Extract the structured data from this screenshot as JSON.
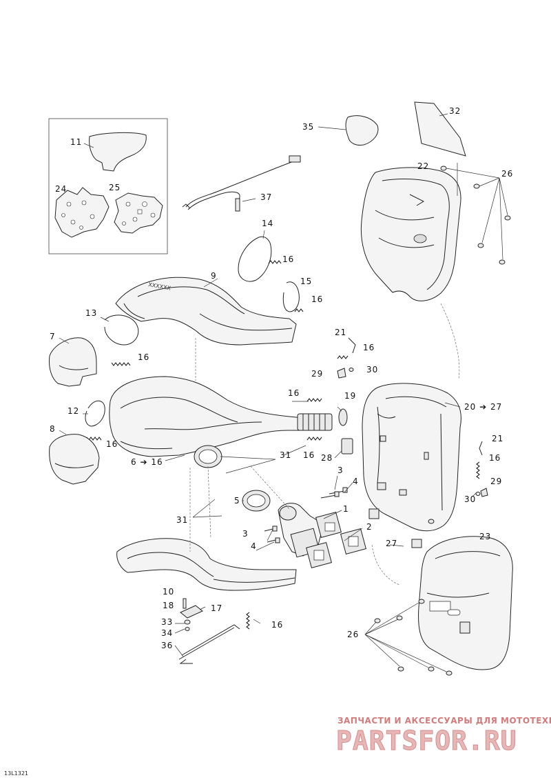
{
  "doc_id": "13L1321",
  "watermark": {
    "line1": "ЗАПЧАСТИ И АКСЕССУАРЫ ДЛЯ МОТОТЕХНИКИ",
    "logo": "PARTSFOR.RU"
  },
  "labels": {
    "l1": "1",
    "l2": "2",
    "l3a": "3",
    "l3b": "3",
    "l4a": "4",
    "l4b": "4",
    "l5": "5",
    "l6": "6 ➔ 16",
    "l7": "7",
    "l8": "8",
    "l9": "9",
    "l10": "10",
    "l11": "11",
    "l12": "12",
    "l13": "13",
    "l14": "14",
    "l15": "15",
    "l16a": "16",
    "l16b": "16",
    "l16c": "16",
    "l16d": "16",
    "l16e": "16",
    "l16f": "16",
    "l16g": "16",
    "l16h": "16",
    "l16i": "16",
    "l17": "17",
    "l18": "18",
    "l19": "19",
    "l20": "20 ➔ 27",
    "l21a": "21",
    "l21b": "21",
    "l22": "22",
    "l23": "23",
    "l24": "24",
    "l25": "25",
    "l26a": "26",
    "l26b": "26",
    "l27": "27",
    "l28": "28",
    "l29a": "29",
    "l29b": "29",
    "l30a": "30",
    "l30b": "30",
    "l31a": "31",
    "l31b": "31",
    "l32": "32",
    "l33": "33",
    "l34": "34",
    "l35": "35",
    "l36": "36",
    "l37": "37"
  }
}
